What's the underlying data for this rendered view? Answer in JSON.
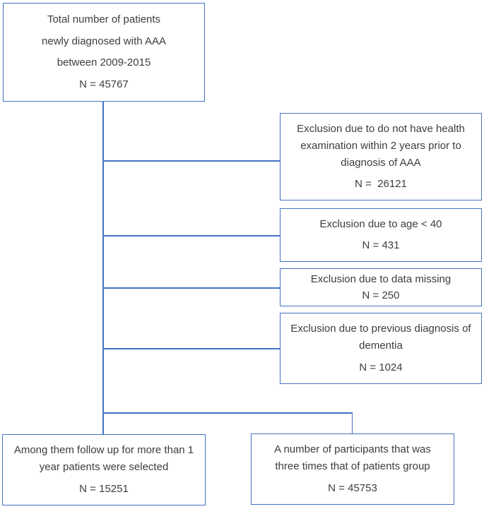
{
  "colors": {
    "border": "#4472c4",
    "text": "#3d3d3d",
    "background": "#ffffff"
  },
  "flowchart": {
    "source": {
      "lines": [
        "Total number of patients",
        "newly diagnosed with AAA",
        "between 2009-2015"
      ],
      "n": "N = 45767"
    },
    "exclusions": [
      {
        "text": "Exclusion due to do not have health examination within 2 years prior to diagnosis of AAA",
        "n": "N =  26121"
      },
      {
        "text": "Exclusion due to age < 40",
        "n": "N = 431"
      },
      {
        "text": "Exclusion due to data missing",
        "n": "N = 250"
      },
      {
        "text": "Exclusion due to previous diagnosis of dementia",
        "n": "N = 1024"
      }
    ],
    "outcomes": [
      {
        "text": "Among them follow up for more than 1 year patients were selected",
        "n": "N = 15251"
      },
      {
        "text": "A number of participants that was three times that of patients group",
        "n": "N = 45753"
      }
    ]
  }
}
